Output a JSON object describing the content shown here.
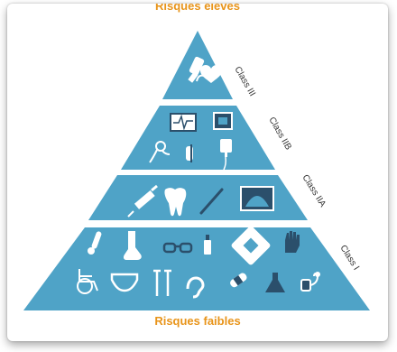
{
  "top_label": "Risques élevés",
  "bottom_label": "Risques faibles",
  "tiers": [
    {
      "label": "Class III",
      "icons": [
        "implant-arm-icon",
        "pacemaker-heart-icon"
      ]
    },
    {
      "label": "Class IIB",
      "icons": [
        "monitor-icon",
        "x-ray-device-icon",
        "infusion-pump-icon",
        "condom-icon",
        "iv-bag-icon"
      ]
    },
    {
      "label": "Class IIA",
      "icons": [
        "syringe-icon",
        "tooth-icon",
        "scalpel-icon",
        "ultrasound-icon"
      ]
    },
    {
      "label": "Class I",
      "icons": [
        "thermometer-icon",
        "compression-stocking-icon",
        "glasses-icon",
        "inhaler-icon",
        "bandage-icon",
        "glove-icon",
        "wheelchair-icon",
        "diaper-icon",
        "crutches-icon",
        "hearing-aid-icon",
        "plaster-icon",
        "lab-flask-icon",
        "blood-pressure-icon"
      ]
    }
  ],
  "colors": {
    "pyramid": "#4fa3c7",
    "separator": "#ffffff",
    "label_accent": "#e8941a",
    "icon_fill": "#ffffff",
    "icon_dark": "#2b4f6b"
  }
}
